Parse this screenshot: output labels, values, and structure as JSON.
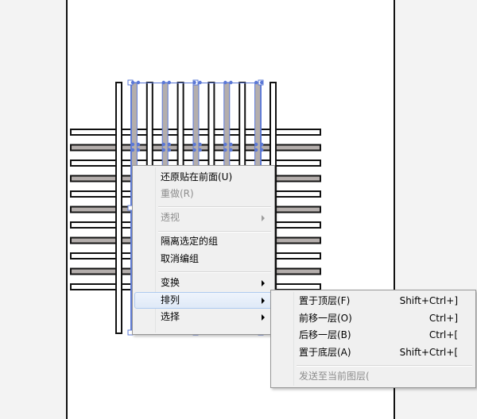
{
  "context_menu": {
    "items": [
      {
        "label": "还原贴在前面(U)",
        "disabled": false
      },
      {
        "label": "重做(R)",
        "disabled": true
      },
      {
        "label": "透视",
        "disabled": true,
        "submenu": true
      },
      {
        "label": "隔离选定的组",
        "disabled": false
      },
      {
        "label": "取消编组",
        "disabled": false
      },
      {
        "label": "变换",
        "disabled": false,
        "submenu": true
      },
      {
        "label": "排列",
        "disabled": false,
        "submenu": true,
        "highlighted": true
      },
      {
        "label": "选择",
        "disabled": false,
        "submenu": true
      }
    ]
  },
  "arrange_submenu": {
    "items": [
      {
        "label": "置于顶层(F)",
        "shortcut": "Shift+Ctrl+]"
      },
      {
        "label": "前移一层(O)",
        "shortcut": "Ctrl+]"
      },
      {
        "label": "后移一层(B)",
        "shortcut": "Ctrl+["
      },
      {
        "label": "置于底层(A)",
        "shortcut": "Shift+Ctrl+["
      },
      {
        "label": "发送至当前图层(",
        "disabled": true
      }
    ]
  },
  "colors": {
    "stroke": "#111111",
    "gray_fill": "#b4aeac",
    "selection": "#5b78d6"
  }
}
